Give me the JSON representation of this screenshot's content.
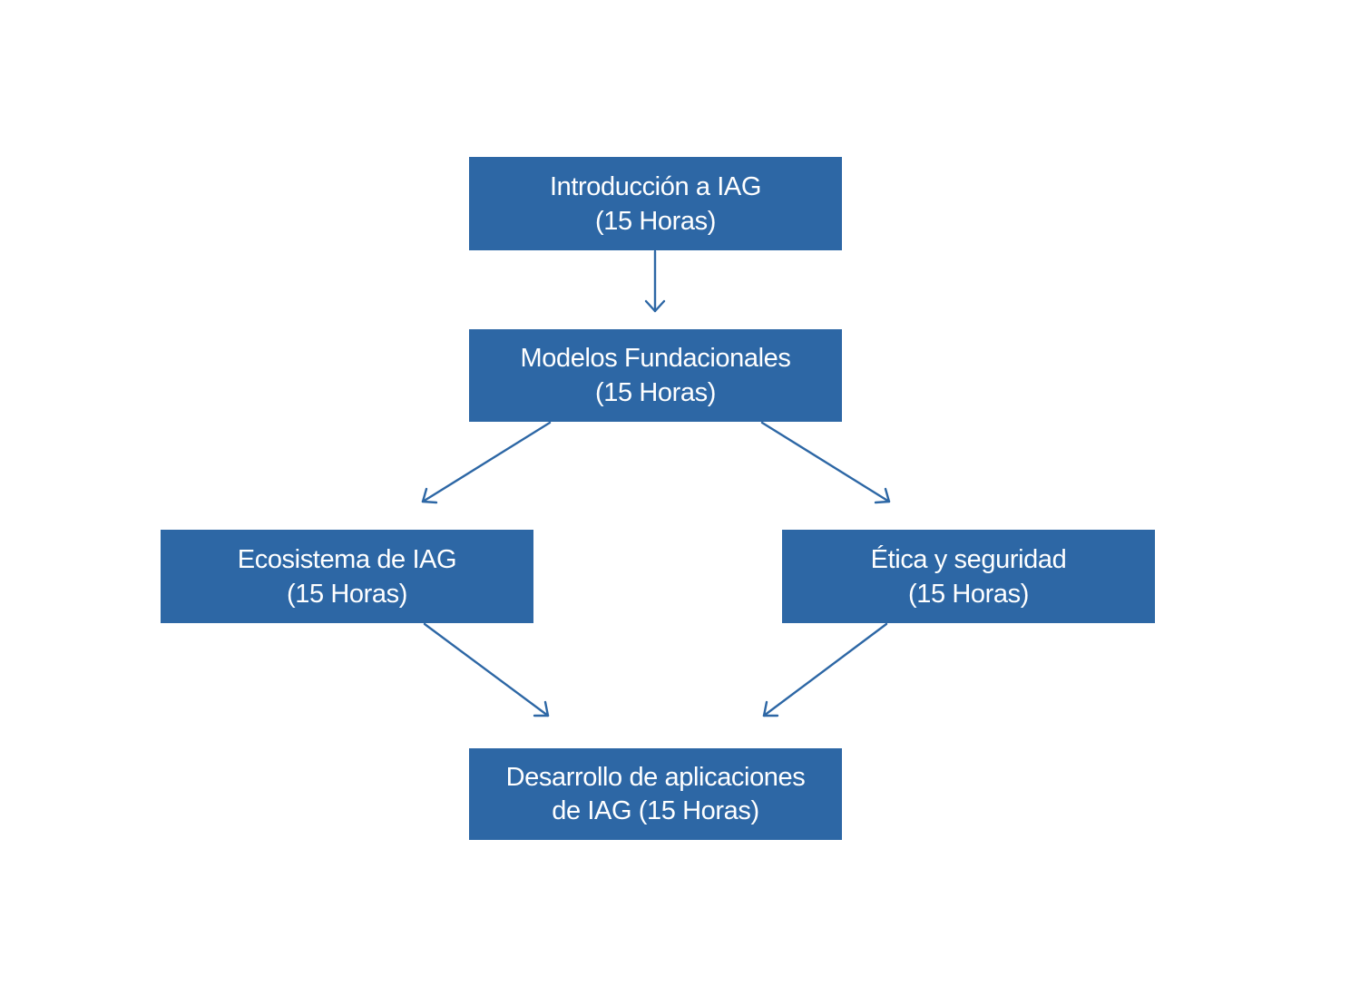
{
  "diagram": {
    "nodes": {
      "intro": {
        "line1": "Introducción a IAG",
        "line2": "(15 Horas)"
      },
      "modelos": {
        "line1": "Modelos Fundacionales",
        "line2": "(15 Horas)"
      },
      "ecosistema": {
        "line1": "Ecosistema de IAG",
        "line2": "(15 Horas)"
      },
      "etica": {
        "line1": "Ética y seguridad",
        "line2": "(15 Horas)"
      },
      "desarrollo": {
        "line1": "Desarrollo de aplicaciones",
        "line2": "de IAG (15 Horas)"
      }
    },
    "edges": [
      {
        "from": "intro",
        "to": "modelos"
      },
      {
        "from": "modelos",
        "to": "ecosistema"
      },
      {
        "from": "modelos",
        "to": "etica"
      },
      {
        "from": "ecosistema",
        "to": "desarrollo"
      },
      {
        "from": "etica",
        "to": "desarrollo"
      }
    ],
    "colors": {
      "node_fill": "#2d67a5",
      "node_text": "#ffffff",
      "arrow": "#2d67a5",
      "background": "#ffffff"
    }
  }
}
